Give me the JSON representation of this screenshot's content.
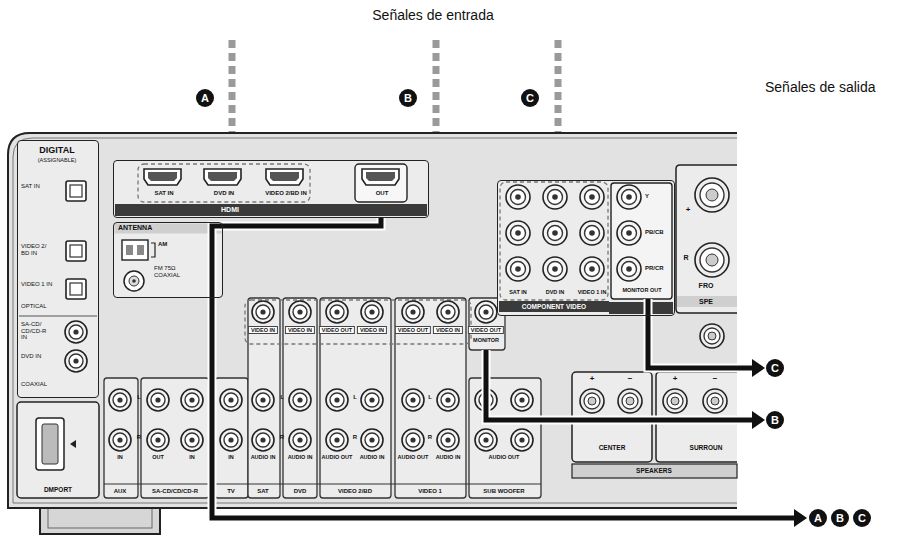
{
  "diagram": {
    "nodes": [
      {
        "text": [
          "DIGITAL",
          "(ASSIGNABLE)",
          "SAT IN",
          "VIDEO 2/ BD IN",
          "VIDEO 1 IN",
          "OPTICAL",
          "SA-CD/ CD/CD-R IN",
          "DVD IN",
          "COAXIAL"
        ]
      },
      {
        "text": [
          "SAT IN",
          "DVD IN",
          "VIDEO 2/BD IN",
          "OUT",
          "HDMI"
        ]
      },
      {
        "text": [
          "ANTENNA",
          "AM",
          "FM 75Ω COAXIAL"
        ]
      },
      {
        "text": [
          "Y",
          "PB/CB",
          "PR/CR",
          "SAT IN",
          "DVD IN",
          "VIDEO 1 IN",
          "MONITOR OUT",
          "COMPONENT VIDEO"
        ]
      }
    ],
    "labels": [
      "Señales de entrada",
      "A",
      "B",
      "C",
      "Señales de salida",
      "DMPORT",
      "VIDEO IN",
      "VIDEO IN",
      "VIDEO OUT",
      "VIDEO IN",
      "VIDEO OUT",
      "VIDEO IN",
      "VIDEO OUT",
      "MONITOR",
      "L",
      "L",
      "L",
      "L",
      "R",
      "R",
      "R",
      "R",
      "IN",
      "OUT",
      "IN",
      "IN",
      "AUDIO IN",
      "AUDIO IN",
      "AUDIO OUT",
      "AUDIO IN",
      "AUDIO OUT",
      "AUDIO IN",
      "AUDIO OUT",
      "AUX",
      "SA-CD/CD/CD-R",
      "TV",
      "SAT",
      "DVD",
      "VIDEO 2/BD",
      "VIDEO 1",
      "SUB WOOFER",
      "+",
      "R",
      "FRO",
      "SPE",
      "+",
      "−",
      "+",
      "−",
      "CENTER",
      "SURROUN",
      "SPEAKERS",
      "C",
      "B",
      "A",
      "B",
      "C"
    ]
  }
}
